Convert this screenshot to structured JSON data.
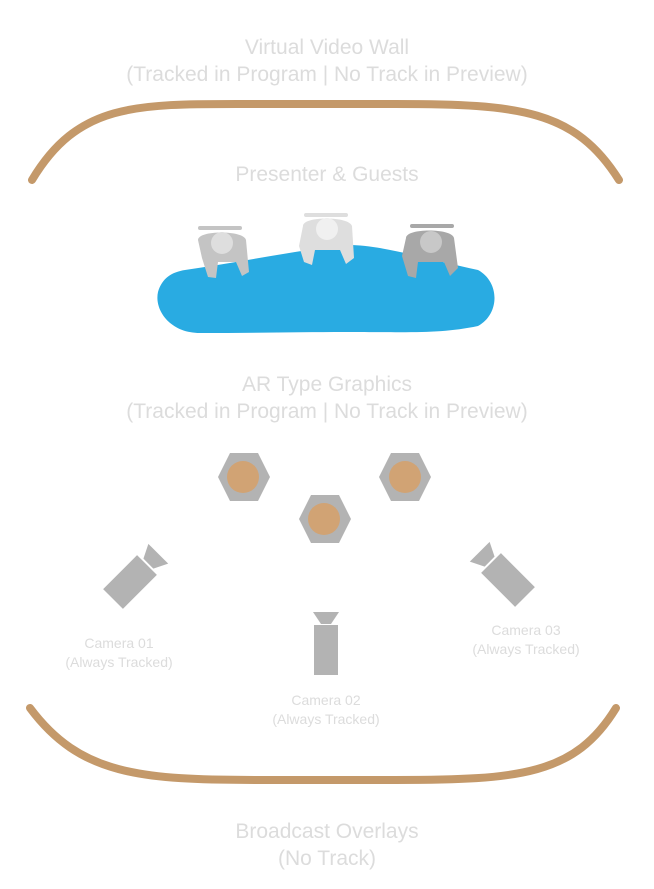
{
  "sections": {
    "video_wall": {
      "line1": "Virtual Video Wall",
      "line2": "(Tracked in Program | No Track in Preview)"
    },
    "presenter": {
      "line1": "Presenter & Guests"
    },
    "ar_graphics": {
      "line1": "AR Type Graphics",
      "line2": "(Tracked in Program | No Track in Preview)"
    },
    "broadcast": {
      "line1": "Broadcast Overlays",
      "line2": "(No Track)"
    }
  },
  "cameras": [
    {
      "line1": "Camera 01",
      "line2": "(Always Tracked)"
    },
    {
      "line1": "Camera 02",
      "line2": "(Always Tracked)"
    },
    {
      "line1": "Camera 03",
      "line2": "(Always Tracked)"
    }
  ],
  "colors": {
    "arc": "#c4996a",
    "desk": "#29abe2",
    "gray": "#b3b3b3",
    "light_gray": "#dedede",
    "hex_fill": "#d1a374",
    "label": "#dcdcdc"
  }
}
